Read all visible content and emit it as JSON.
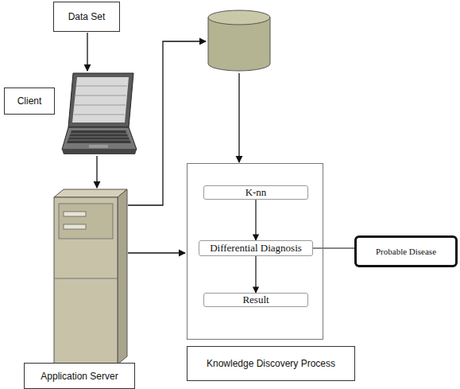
{
  "diagram": {
    "nodes": [
      {
        "text": [
          "Data Set"
        ]
      },
      {
        "text": [
          "Client"
        ]
      },
      {
        "text": []
      },
      {
        "text": [
          "K-nn"
        ],
        "in": 2
      },
      {
        "text": [
          "Differential Diagnosis"
        ],
        "in": 2
      },
      {
        "text": [
          "Result"
        ],
        "in": 2
      },
      {
        "text": [
          "Probable Disease"
        ]
      },
      {
        "text": [
          "Knowledge Discovery Process"
        ]
      },
      {
        "text": [
          "Application Server"
        ]
      }
    ],
    "edges": [
      {
        "from": 3,
        "to": 4,
        "arrow": "to"
      },
      {
        "from": 4,
        "to": 5,
        "arrow": "to"
      },
      {
        "from": 4,
        "to": 6,
        "arrow": "none"
      }
    ]
  }
}
